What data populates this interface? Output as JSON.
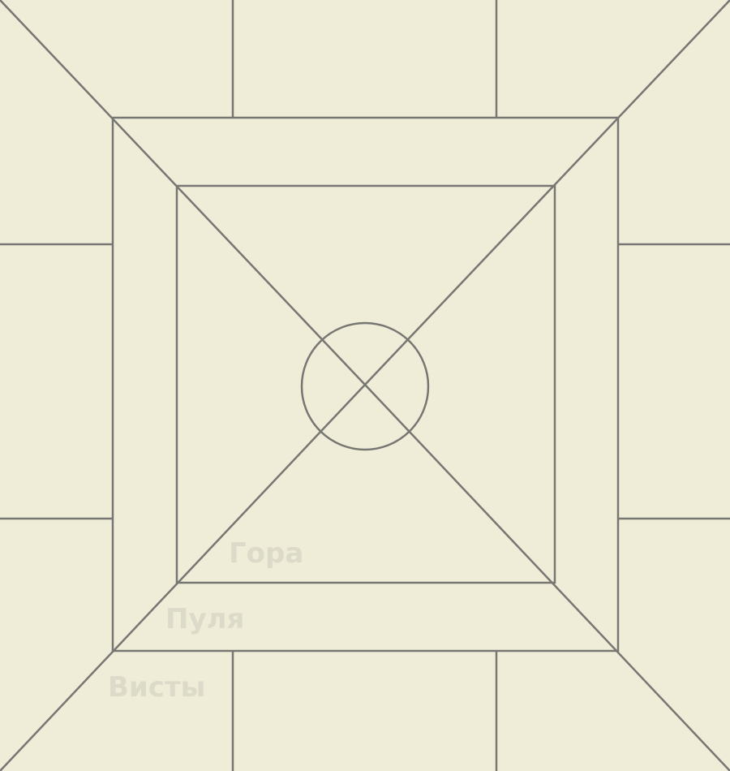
{
  "labels": {
    "mountain": "Гора",
    "pool": "Пуля",
    "whists": "Висты"
  },
  "colors": {
    "background": "#efedd8",
    "lines": "#787672",
    "label_text": "#dcdac8"
  }
}
